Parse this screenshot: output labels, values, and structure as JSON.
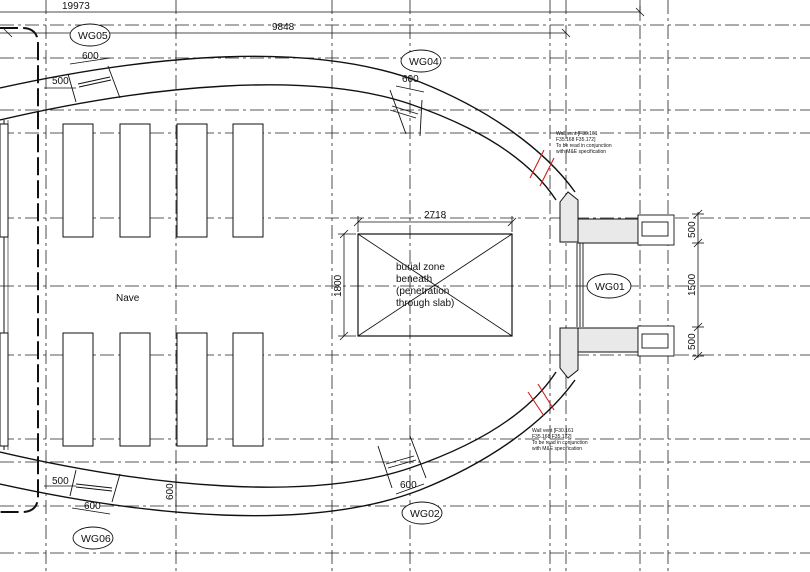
{
  "dimensions": {
    "overall": "19973",
    "inner": "9848",
    "wg05_width": "600",
    "wg05_side": "500",
    "wg04_width": "600",
    "burial_width": "2718",
    "burial_height": "1800",
    "wg01_upper": "500",
    "wg01_middle": "1500",
    "wg01_lower": "500",
    "wg06_side": "500",
    "wg06_width": "600",
    "bottom_wall": "600",
    "wg02_width": "600"
  },
  "tags": {
    "wg05": "WG05",
    "wg04": "WG04",
    "wg01": "WG01",
    "wg06": "WG06",
    "wg02": "WG02"
  },
  "labels": {
    "nave": "Nave",
    "burial_line1": "burial zone",
    "burial_line2": "beneath",
    "burial_line3": "(penetration",
    "burial_line4": "through slab)"
  },
  "notes": {
    "upper_vent_line1": "Wall vent [F30.161",
    "upper_vent_line2": "F35.168 F35.172]",
    "upper_vent_line3": "To be read in conjunction",
    "upper_vent_line4": "with M&E specification",
    "lower_vent_line1": "Wall vent [F30.161",
    "lower_vent_line2": "F35.168 F35.172]",
    "lower_vent_line3": "To be read in conjunction",
    "lower_vent_line4": "with M&E specification"
  },
  "colors": {
    "line": "#111111",
    "vent": "#d21f1f",
    "hatch": "#e9e9e9"
  }
}
